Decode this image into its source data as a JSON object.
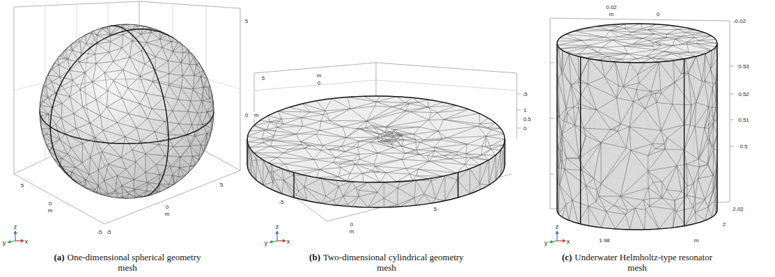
{
  "diagram": {
    "labels": [
      "5",
      "0",
      "m",
      "-5",
      "-5",
      "0",
      "m",
      "5",
      "5",
      "0",
      "m",
      "z",
      "y",
      "x",
      "(a)",
      "One-dimensional spherical geometry mesh",
      "5",
      "m",
      "0",
      "-5",
      "1",
      "0.5",
      "0",
      "5",
      "0",
      "m",
      "-5",
      "z",
      "y",
      "x",
      "(b)",
      "Two-dimensional cylindrical geometry mesh",
      "0.02",
      "m",
      "0",
      "-0.02",
      "0.53",
      "0.52",
      "0.51",
      "0.5",
      "2.02",
      "2",
      "1.98",
      "m",
      "z",
      "y",
      "x",
      "(c)",
      "Underwater Helmholtz-type resonator mesh"
    ]
  }
}
